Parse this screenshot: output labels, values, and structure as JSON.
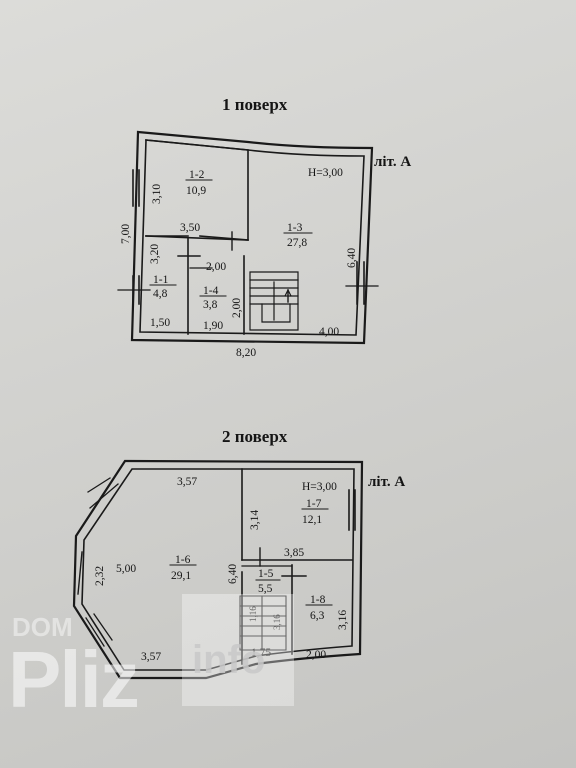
{
  "floor1": {
    "title": "1 поверх",
    "lit": "літ. А",
    "height": "H=3,00",
    "dims": {
      "left_total": "7,00",
      "r12_left": "3,10",
      "r12_bottom": "3,50",
      "r11_left": "3,20",
      "r14_top": "2,00",
      "r14_right": "2,00",
      "right_total": "6,40",
      "bottom_r11": "1,50",
      "bottom_r14": "1,90",
      "bottom_r13": "4,00",
      "total_width": "8,20"
    },
    "rooms": [
      {
        "id": "1-1",
        "area": "4,8"
      },
      {
        "id": "1-2",
        "area": "10,9"
      },
      {
        "id": "1-3",
        "area": "27,8"
      },
      {
        "id": "1-4",
        "area": "3,8"
      }
    ]
  },
  "floor2": {
    "title": "2 поверх",
    "lit": "літ. А",
    "height": "H=3,00",
    "dims": {
      "top_r16": "3,57",
      "bay_side": "2,32",
      "r16_width": "5,00",
      "r16_right": "6,40",
      "r17_left": "3,14",
      "r17_bottom": "3,85",
      "r18_right": "3,16",
      "bottom_r16": "3,57",
      "bottom_stair": "1,75",
      "bottom_r18": "2,00",
      "stair_a": "1,16",
      "stair_b": "3,16"
    },
    "rooms": [
      {
        "id": "1-5",
        "area": "5,5"
      },
      {
        "id": "1-6",
        "area": "29,1"
      },
      {
        "id": "1-7",
        "area": "12,1"
      },
      {
        "id": "1-8",
        "area": "6,3"
      }
    ]
  },
  "watermark": {
    "top": "DOM",
    "main": "Pliz",
    "badge": "info"
  }
}
